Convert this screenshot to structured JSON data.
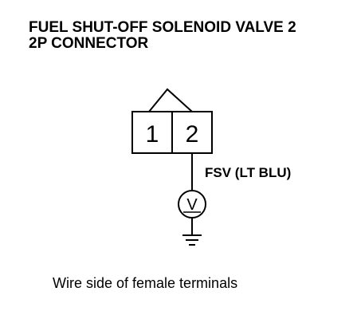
{
  "title": {
    "line1": "FUEL SHUT-OFF SOLENOID VALVE 2",
    "line2": "2P CONNECTOR"
  },
  "connector": {
    "pins": [
      "1",
      "2"
    ]
  },
  "wire": {
    "label": "FSV (LT BLU)"
  },
  "meter": {
    "symbol": "V",
    "icon": "voltmeter-icon"
  },
  "ground": {
    "icon": "ground-symbol-icon"
  },
  "caption": "Wire side of female terminals",
  "colors": {
    "ink": "#000000",
    "background": "#ffffff"
  }
}
